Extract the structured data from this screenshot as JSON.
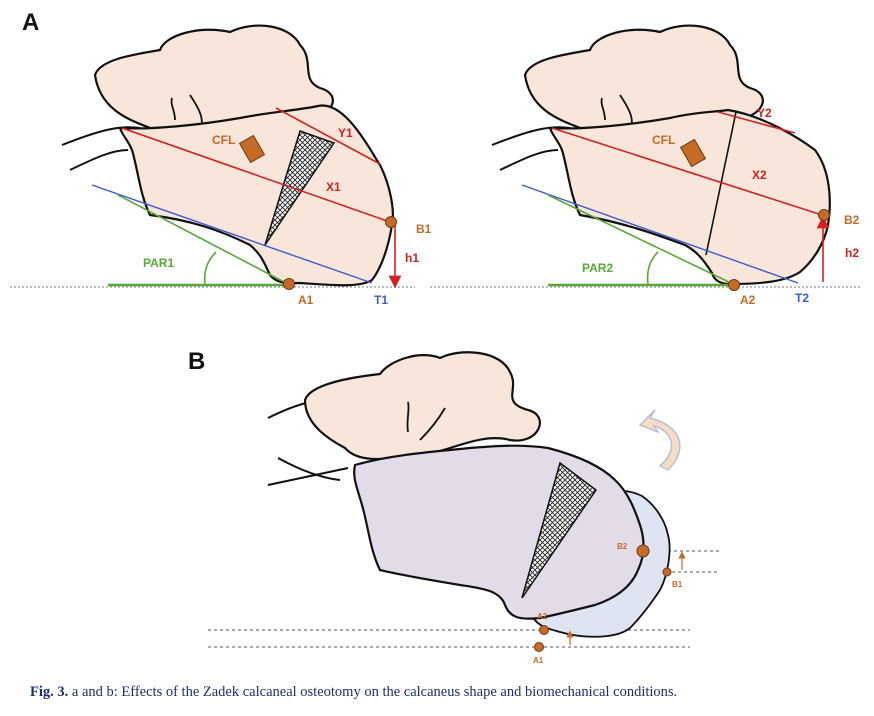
{
  "panels": {
    "a": "A",
    "b": "B"
  },
  "panel_a_left": {
    "cfl": "CFL",
    "y": "Y1",
    "x": "X1",
    "b_point": "B1",
    "h": "h1",
    "par": "PAR1",
    "a_point": "A1",
    "t": "T1"
  },
  "panel_a_right": {
    "cfl": "CFL",
    "y": "Y2",
    "x": "X2",
    "b_point": "B2",
    "h": "h2",
    "par": "PAR2",
    "a_point": "A2",
    "t": "T2"
  },
  "panel_b": {
    "b2": "B2",
    "b1": "B1",
    "a2": "A2",
    "a1": "A1"
  },
  "caption": {
    "label": "Fig. 3.",
    "text": "a and b: Effects of the Zadek calcaneal osteotomy on the calcaneus shape and biomechanical conditions."
  },
  "colors": {
    "red": "#d42020",
    "blue": "#3a5bd0",
    "green": "#5aa83a",
    "orange": "#c66a28",
    "bone": "#f8e6db",
    "bone_shaded": "#e2dce8",
    "rotated": "#dfe4f2",
    "caption": "#1c2f6e"
  }
}
